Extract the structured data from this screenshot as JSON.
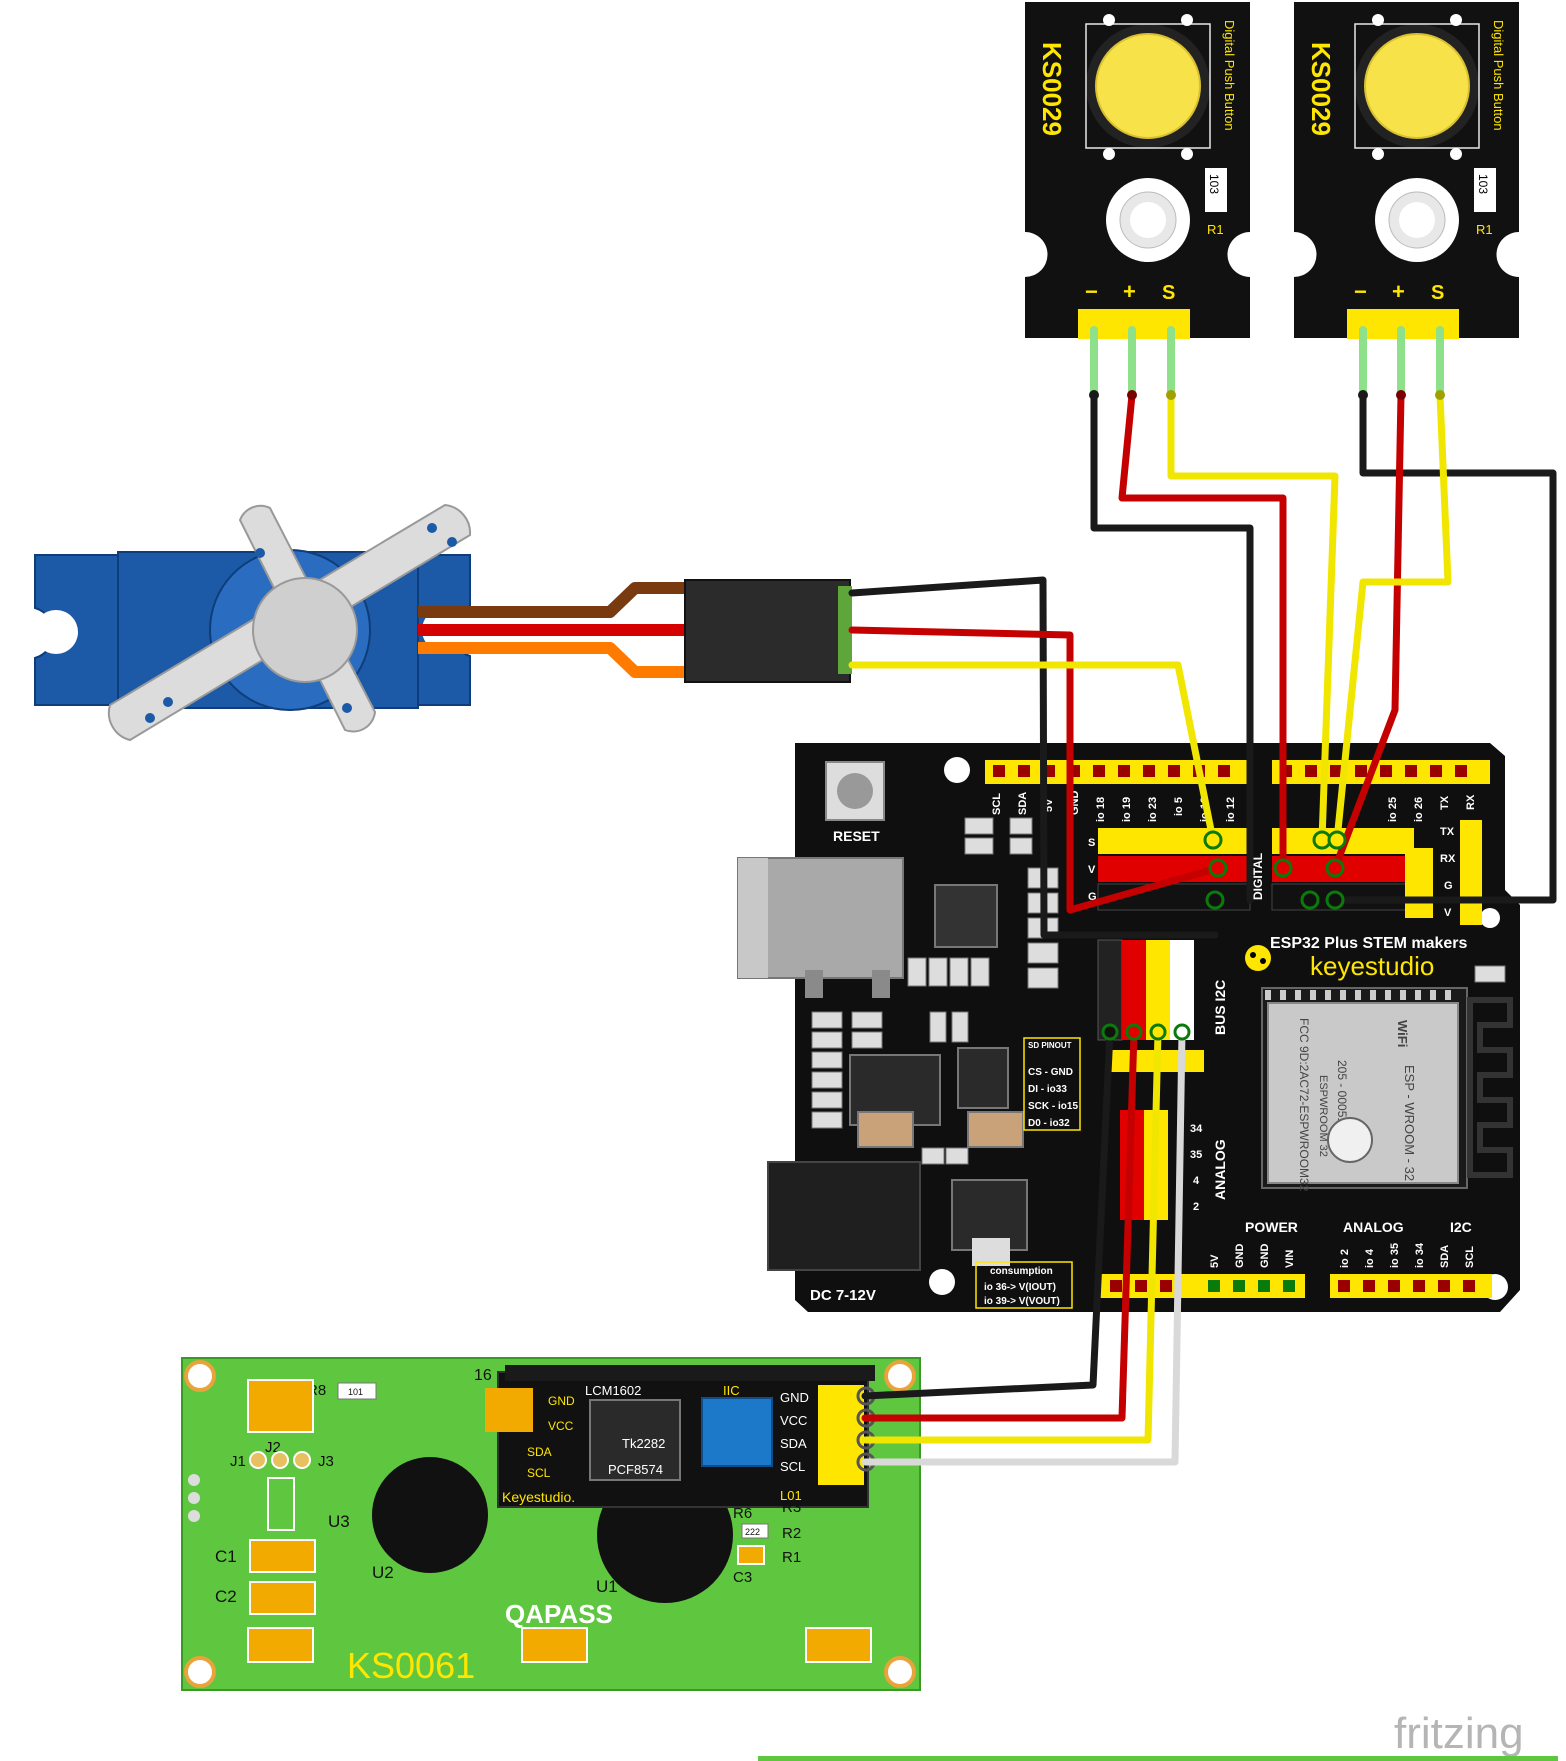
{
  "colors": {
    "board": "#0f0f0f",
    "pcb_green": "#5fc63f",
    "header_yellow": "#ffe600",
    "header_red": "#e00000",
    "wire_black": "#1a1a1a",
    "wire_red": "#c40000",
    "wire_yellow": "#f0e600",
    "wire_white": "#d9d9d9",
    "servo_blue": "#1c5aa8",
    "button_cap": "#f7e24a"
  },
  "buttons": [
    {
      "model": "KS0029",
      "title": "Digital Push Button",
      "resistor": "103",
      "rlabel": "R1",
      "pins": [
        "−",
        "+",
        "S"
      ]
    },
    {
      "model": "KS0029",
      "title": "Digital Push Button",
      "resistor": "103",
      "rlabel": "R1",
      "pins": [
        "−",
        "+",
        "S"
      ]
    }
  ],
  "esp": {
    "reset": "RESET",
    "title": "ESP32 Plus STEM  makers",
    "brand": "keyestudio",
    "dc": "DC 7-12V",
    "bus": "BUS I2C",
    "analog_side": "ANALOG",
    "digital_side": "DIGITAL",
    "sdpinout": [
      "SD PINOUT",
      "CS - GND",
      "DI - io33",
      "SCK - io15",
      "D0 - io32"
    ],
    "consumption": [
      "consumption",
      "io 36-> V(IOUT)",
      "io 39-> V(VOUT)"
    ],
    "top_left_labels": [
      "SCL",
      "SDA",
      "5V",
      "GND",
      "io 18",
      "io 19",
      "io 23",
      "io 5",
      "io 13",
      "io 12"
    ],
    "top_right_labels": [
      "io 25",
      "io 26",
      "TX",
      "RX"
    ],
    "row_labels": [
      "S",
      "V",
      "G"
    ],
    "uart_labels": [
      "TX",
      "RX",
      "G",
      "V"
    ],
    "analog_pins": [
      "34",
      "35",
      "4",
      "2"
    ],
    "bottom_groups": [
      "POWER",
      "ANALOG",
      "I2C"
    ],
    "bottom_labels": [
      "5V",
      "GND",
      "GND",
      "VIN",
      "io 2",
      "io 4",
      "io 35",
      "io 34",
      "SDA",
      "SCL"
    ],
    "module_lines": [
      "FCC 9D:2AC72-ESPWROOM32",
      "ESP - WROOM - 32",
      "205 - 000519",
      "ESPWROOM 32",
      "WiFi"
    ]
  },
  "lcd": {
    "model": "KS0061",
    "brand": "QAPASS",
    "pin16": "16",
    "chip_title": "LCM1602",
    "iic": "IIC",
    "chip_lines": [
      "Tk2282",
      "PCF8574"
    ],
    "pins_left": [
      "GND",
      "VCC",
      "SDA",
      "SCL"
    ],
    "pins_right": [
      "GND",
      "VCC",
      "SDA",
      "SCL"
    ],
    "maker": "Keyestudio.",
    "l01": "L01",
    "parts": [
      "R8",
      "101",
      "J1",
      "J2",
      "J3",
      "U3",
      "U2",
      "U1",
      "C1",
      "C2",
      "C3",
      "R6",
      "R2",
      "R1",
      "R3",
      "222"
    ]
  },
  "watermark": "fritzing"
}
